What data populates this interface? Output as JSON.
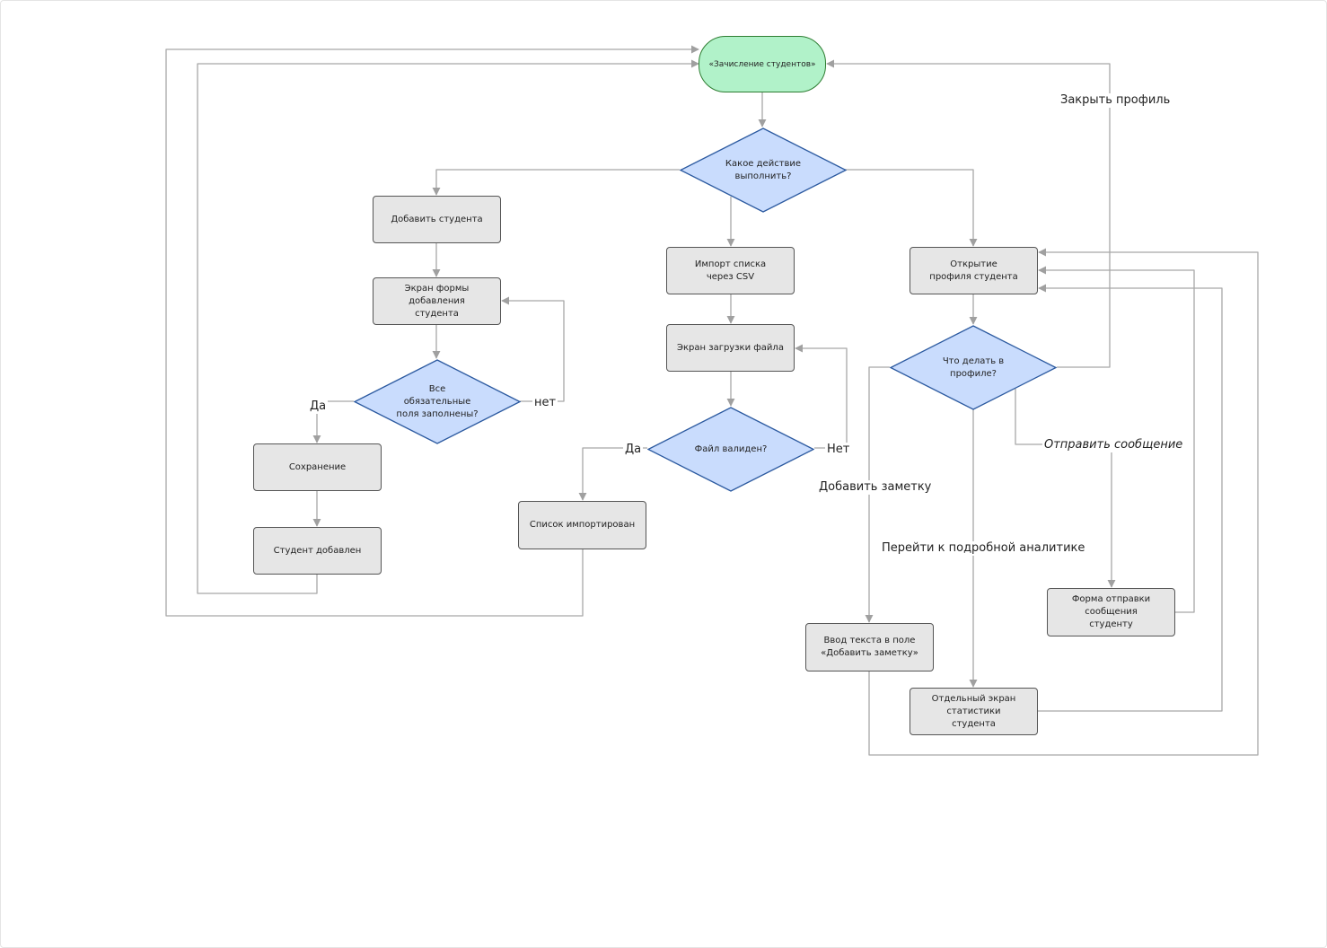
{
  "flowchart": {
    "nodes": {
      "start": "«Зачисление студентов»",
      "action": "Какое действие выполнить?",
      "add_student": "Добавить студента",
      "add_form": "Экран формы добавления студента",
      "fields_filled": "Все обязательные поля заполнены?",
      "save": "Сохранение",
      "student_added": "Студент добавлен",
      "import_csv": "Импорт списка через CSV",
      "upload_screen": "Экран загрузки файла",
      "file_valid": "Файл валиден?",
      "list_imported": "Список импортирован",
      "open_profile": "Открытие профиля студента",
      "profile_action": "Что делать в профиле?",
      "note_input": "Ввод текста в поле «Добавить заметку»",
      "stats_screen": "Отдельный экран статистики студента",
      "message_form": "Форма отправки сообщения студенту"
    },
    "edge_labels": {
      "yes_fields": "Да",
      "no_fields": "нет",
      "yes_file": "Да",
      "no_file": "Нет",
      "close_profile": "Закрыть профиль",
      "add_note": "Добавить заметку",
      "analytics": "Перейти к подробной аналитике",
      "send_message": "Отправить сообщение"
    }
  },
  "colors": {
    "start_fill": "#b1f2c9",
    "start_border": "#2e7d32",
    "decision_fill": "#c9dcfd",
    "decision_border": "#2c5aa0",
    "process_fill": "#e6e6e6",
    "process_border": "#555555",
    "edge": "#a8a8a8"
  }
}
